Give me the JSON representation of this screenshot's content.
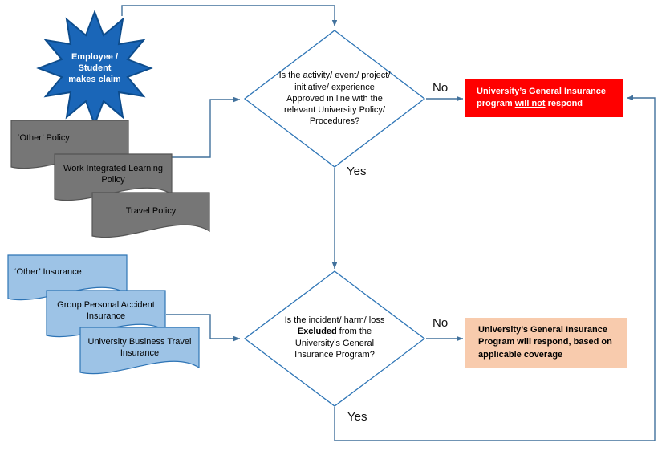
{
  "palette": {
    "starburst_blue": "#1A66B8",
    "starburst_border": "#0D4C8C",
    "policy_gray": "#767676",
    "policy_gray_border": "#545454",
    "insurance_blue": "#9DC3E6",
    "insurance_blue_border": "#2E74B5",
    "diamond_fill": "#FFFFFF",
    "diamond_border": "#2E75B6",
    "connector_blue": "#41719C",
    "stop_red": "#FF0000",
    "respond_peach": "#F8CBAD"
  },
  "claim_burst": {
    "label": "Employee / Student makes claim"
  },
  "policy_docs": [
    "‘Other’ Policy",
    "Work Integrated Learning Policy",
    "Travel Policy"
  ],
  "insurance_docs": [
    "‘Other’ Insurance",
    "Group Personal Accident Insurance",
    "University Business Travel Insurance"
  ],
  "decision1": {
    "text": "Is the activity/ event/ project/ initiative/ experience Approved in line with the relevant University Policy/ Procedures?"
  },
  "decision2": {
    "pre": "Is the incident/ harm/ loss ",
    "bold": "Excluded",
    "post": " from the University’s General Insurance Program?"
  },
  "no_respond_box": {
    "pre": "University’s General Insurance program ",
    "underline": "will not",
    "post": " respond"
  },
  "respond_box": {
    "text": "University’s General Insurance Program will respond, based on applicable coverage"
  },
  "labels": {
    "no_top": "No",
    "yes_top": "Yes",
    "no_bottom": "No",
    "yes_bottom": "Yes"
  }
}
